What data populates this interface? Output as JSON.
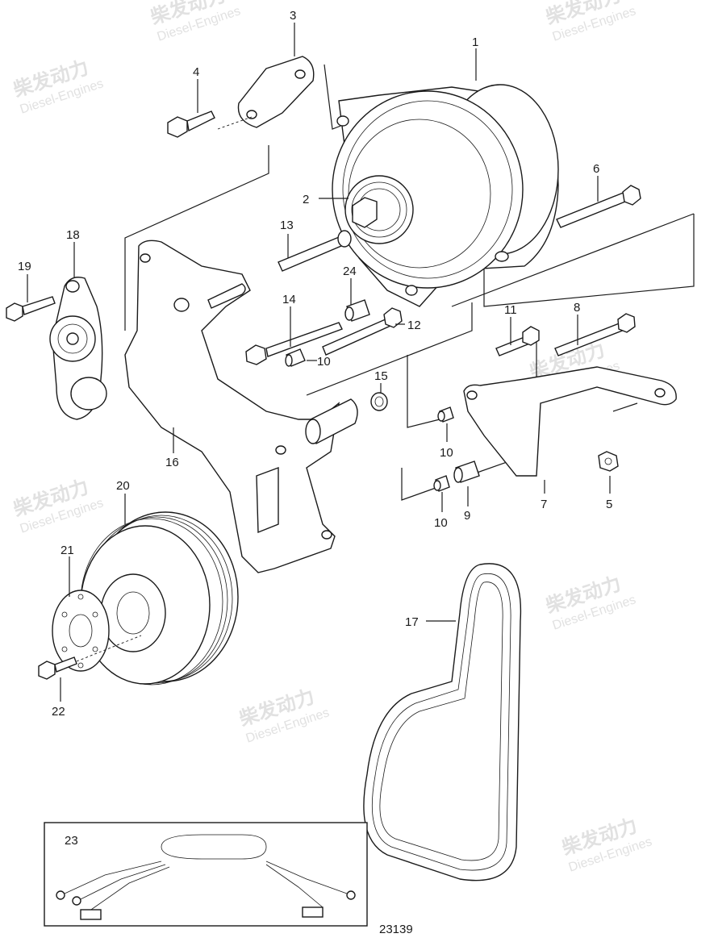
{
  "diagram": {
    "drawing_number": "23139",
    "watermark": {
      "brand_cn": "柴发动力",
      "brand_en": "Diesel-Engines"
    },
    "callouts": [
      {
        "id": "1",
        "label": "1"
      },
      {
        "id": "2",
        "label": "2"
      },
      {
        "id": "3",
        "label": "3"
      },
      {
        "id": "4",
        "label": "4"
      },
      {
        "id": "5",
        "label": "5"
      },
      {
        "id": "6",
        "label": "6"
      },
      {
        "id": "7",
        "label": "7"
      },
      {
        "id": "8",
        "label": "8"
      },
      {
        "id": "9",
        "label": "9"
      },
      {
        "id": "10a",
        "label": "10"
      },
      {
        "id": "10b",
        "label": "10"
      },
      {
        "id": "10c",
        "label": "10"
      },
      {
        "id": "11",
        "label": "11"
      },
      {
        "id": "12",
        "label": "12"
      },
      {
        "id": "13",
        "label": "13"
      },
      {
        "id": "14",
        "label": "14"
      },
      {
        "id": "15",
        "label": "15"
      },
      {
        "id": "16",
        "label": "16"
      },
      {
        "id": "17",
        "label": "17"
      },
      {
        "id": "18",
        "label": "18"
      },
      {
        "id": "19",
        "label": "19"
      },
      {
        "id": "20",
        "label": "20"
      },
      {
        "id": "21",
        "label": "21"
      },
      {
        "id": "22",
        "label": "22"
      },
      {
        "id": "23",
        "label": "23"
      },
      {
        "id": "24",
        "label": "24"
      }
    ]
  }
}
